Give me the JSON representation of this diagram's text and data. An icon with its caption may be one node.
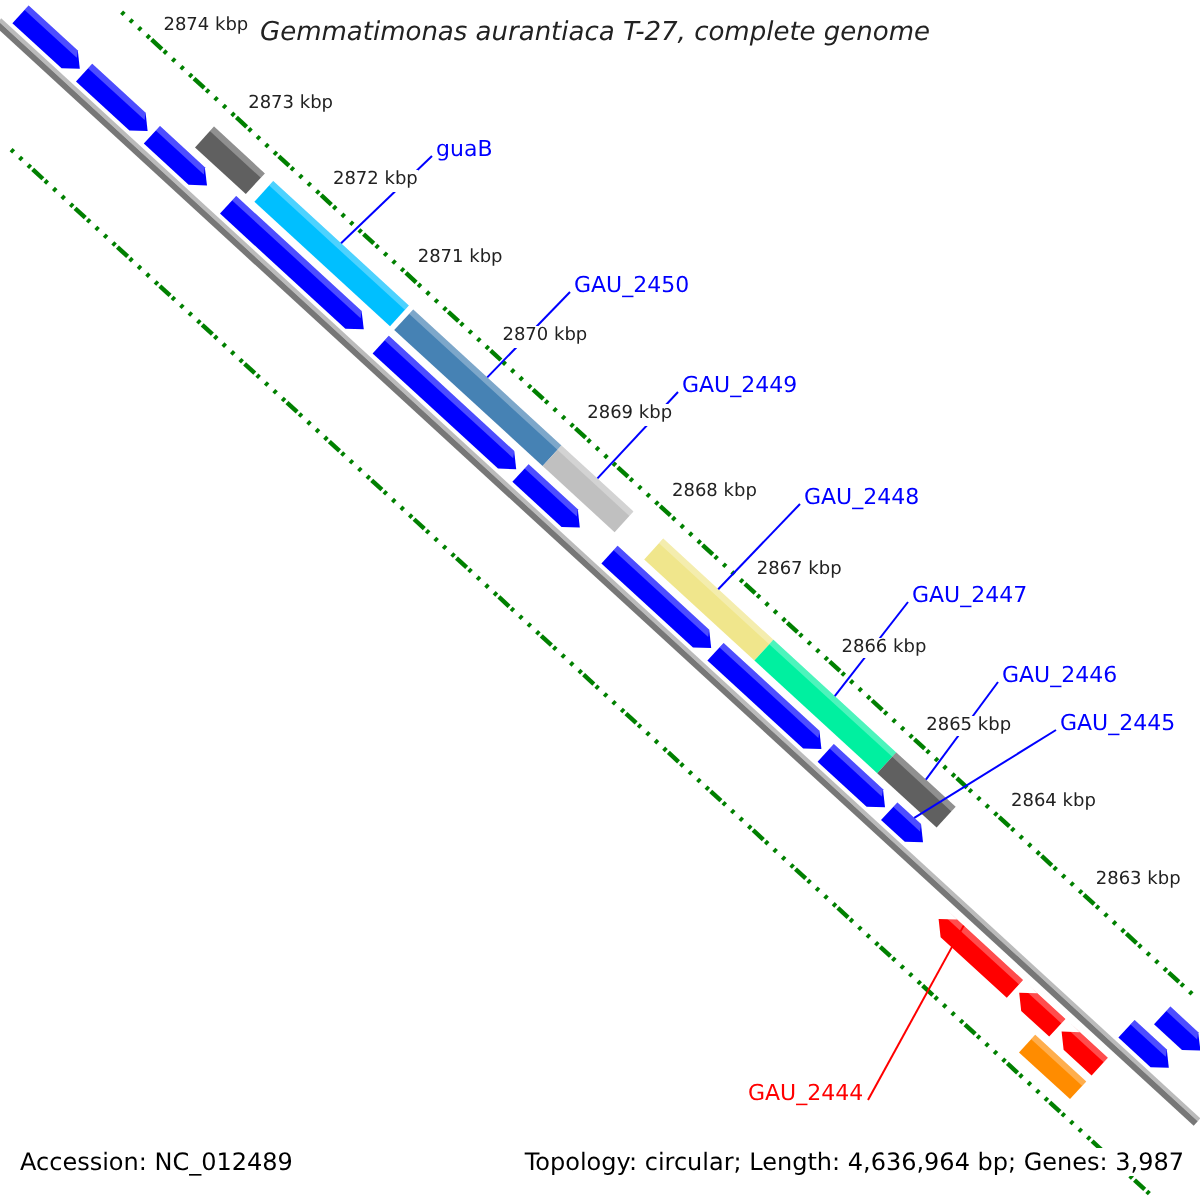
{
  "diagram": {
    "title": "Gemmatimonas aurantiaca T-27, complete genome",
    "nodes": [
      {
        "text": [
          "guaB"
        ]
      },
      {
        "text": [
          "GAU_2450"
        ]
      },
      {
        "text": [
          "GAU_2449"
        ]
      },
      {
        "text": [
          "GAU_2448"
        ]
      },
      {
        "text": [
          "GAU_2447"
        ]
      },
      {
        "text": [
          "GAU_2446"
        ]
      },
      {
        "text": [
          "GAU_2445"
        ]
      },
      {
        "text": [
          "GAU_2444"
        ]
      },
      {
        "text": [],
        "shape": "arrow"
      },
      {
        "text": [],
        "shape": "arrow"
      },
      {
        "text": [],
        "shape": "arrow"
      },
      {
        "text": [],
        "shape": "bar"
      },
      {
        "text": [],
        "shape": "arrow"
      },
      {
        "text": [],
        "shape": "bar"
      },
      {
        "text": [],
        "shape": "bar"
      },
      {
        "text": [],
        "shape": "arrow"
      },
      {
        "text": [],
        "shape": "arrow"
      },
      {
        "text": [],
        "shape": "bar"
      },
      {
        "text": [],
        "shape": "arrow"
      },
      {
        "text": [],
        "shape": "bar"
      },
      {
        "text": [],
        "shape": "arrow"
      },
      {
        "text": [],
        "shape": "bar"
      },
      {
        "text": [],
        "shape": "arrow"
      },
      {
        "text": [],
        "shape": "bar"
      },
      {
        "text": [],
        "shape": "arrow"
      },
      {
        "text": [],
        "shape": "arrow"
      },
      {
        "text": [],
        "shape": "arrow"
      },
      {
        "text": [],
        "shape": "bar"
      },
      {
        "text": [],
        "shape": "arrow"
      },
      {
        "text": [],
        "shape": "arrow"
      },
      {
        "text": [],
        "shape": "arrow"
      }
    ],
    "edges": [
      {
        "from": 0,
        "to": 13,
        "arrow": "none"
      },
      {
        "from": 1,
        "to": 14,
        "arrow": "none"
      },
      {
        "from": 2,
        "to": 17,
        "arrow": "none"
      },
      {
        "from": 3,
        "to": 19,
        "arrow": "none"
      },
      {
        "from": 4,
        "to": 21,
        "arrow": "none"
      },
      {
        "from": 5,
        "to": 23,
        "arrow": "none"
      },
      {
        "from": 6,
        "to": 24,
        "arrow": "none"
      },
      {
        "from": 7,
        "to": 25,
        "arrow": "none",
        "color": "#ff0000"
      }
    ],
    "labels": [
      "2874 kbp",
      "2873 kbp",
      "2872 kbp",
      "2871 kbp",
      "2870 kbp",
      "2869 kbp",
      "2868 kbp",
      "2867 kbp",
      "2866 kbp",
      "2865 kbp",
      "2864 kbp",
      "2863 kbp",
      "Accession: NC_012489",
      "Topology: circular; Length: 4,636,964 bp; Genes: 3,987"
    ]
  }
}
